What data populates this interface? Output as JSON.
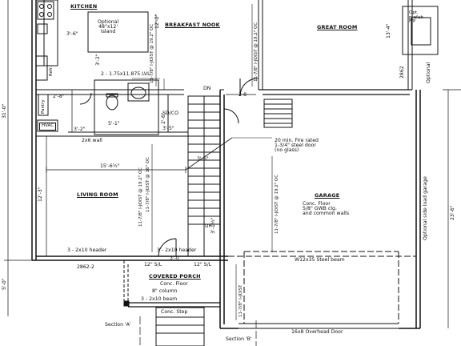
{
  "rooms": {
    "kitchen": "KITCHEN",
    "breakfast_nook": "BREAKFAST NOOK",
    "great_room": "GREAT ROOM",
    "living_room": "LIVING ROOM",
    "garage": "GARAGE",
    "covered_porch": "COVERED PORCH",
    "hvac": "HVAC",
    "pantry": "Pantry",
    "refrigerator": "Refr."
  },
  "notes": {
    "island": "Optional\n48\"x12'\nIsland",
    "lvl_beam": "2 - 1.75x11.875 LVL",
    "bd_co": "SD/CO",
    "fire_door": "20 min. Fire rated\n1-3/4\" steel door\n(no glass)",
    "garage_finish": "Conc. Floor\n5/8\" GWB clg.\nand common walls",
    "porch_finish": "Conc. Floor",
    "porch_column": "8\" column",
    "porch_beam": "3 - 2x10 beam",
    "conc_step": "Conc. Step",
    "header_left": "3 - 2x10 header",
    "header_right": "3 - 2x10 header",
    "steel_beam": "W12x35 Steel beam",
    "overhead_door": "16x8 Overhead Door",
    "fireplace": "Opt.\nprefab\nF/P",
    "wall_2x6": "2x6 wall",
    "down": "DN",
    "up": "UP",
    "optional_label": "Optional",
    "optional_garage": "Optional side load garage",
    "section_a": "Section 'A'",
    "section_b": "Section 'B'"
  },
  "dimensions": {
    "d_3_6_kitchen": "3'-6\"",
    "d_12_2": "12'-2\"",
    "d_3_2": "3'-2\"",
    "d_2_8": "2'-8\"",
    "d_5_1": "5'-1\"",
    "d_2_6": "2'-6\"",
    "d_3_5": "3'-5\"",
    "d_3_2b": "3'-2\"",
    "d_3_6_stair": "3'-6\"",
    "d_15_6": "15'-6½\"",
    "d_12_3": "12'-3\"",
    "d_3_1": "3'-1½\"",
    "d_3_0": "3'-0",
    "d_13_4": "13'-4\"",
    "d_31_0": "31'-0\"",
    "d_5_0": "5'-0\"",
    "d_23_6": "23'-6\"",
    "d_2862_2": "2862-2",
    "d_2862": "2862",
    "d_12_sl_a": "12\" S/L",
    "d_12_sl_b": "12\" S/L",
    "d_2_8b": "2-8",
    "j_nook": "11-7/8\" I-JOIST @ 19.2\" OC",
    "j_great": "11-7/8\" I-JOIST @ 19.2\" OC",
    "j_living": "11-7/8\" I-JOIST @ 19.2\" OC",
    "j_garage": "11-7/8\" I-JOIST @ 19.2\" OC",
    "j_stair": "11-7/8\" I-JOIST @ 16\" OC",
    "j_porch": "11-7/8\" I-JOIST"
  }
}
